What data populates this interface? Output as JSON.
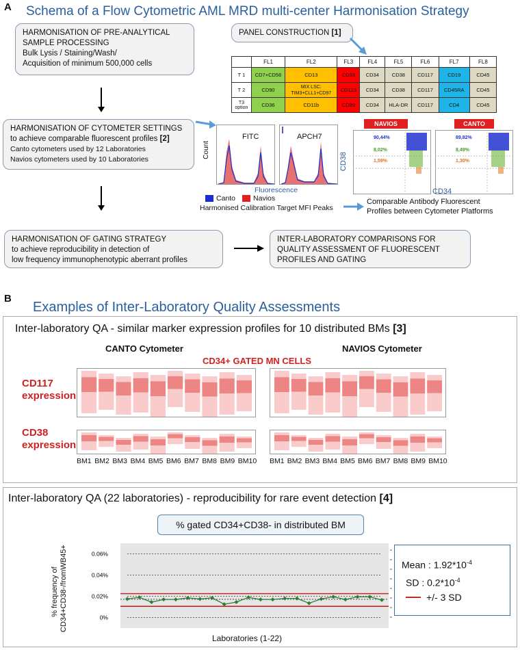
{
  "panel_a": {
    "letter": "A",
    "title": "Schema of a  Flow Cytometric AML MRD multi-center Harmonisation Strategy",
    "box_preanalytical": [
      "HARMONISATION OF PRE-ANALYTICAL",
      "SAMPLE  PROCESSING",
      "Bulk Lysis / Staining/Wash/",
      "Acquisition of minimum 500,000 cells"
    ],
    "box_panel": "PANEL CONSTRUCTION",
    "box_panel_ref": "[1]",
    "table": {
      "headers": [
        "",
        "FL1",
        "FL2",
        "FL3",
        "FL4",
        "FL5",
        "FL6",
        "FL7",
        "FL8"
      ],
      "rows": [
        [
          "T 1",
          "CD7+CD56",
          "CD13",
          "CD33",
          "CD34",
          "CD38",
          "CD117",
          "CD19",
          "CD45"
        ],
        [
          "T 2",
          "CD90",
          "MIX LSC: TIM3+CLL1+CD97",
          "CD123",
          "CD34",
          "CD38",
          "CD117",
          "CD45RA",
          "CD45"
        ],
        [
          "T3 option",
          "CD36",
          "CD11b",
          "CD99",
          "CD34",
          "HLA-DR",
          "CD117",
          "CD4",
          "CD45"
        ]
      ],
      "col_colors": [
        "#ffffff",
        "#8fd14f",
        "#ffc000",
        "#ff0000",
        "#ddd9c3",
        "#ddd9c3",
        "#ddd9c3",
        "#1fb5e8",
        "#ddd9c3"
      ]
    },
    "box_cytometer": [
      "HARMONISATION OF CYTOMETER SETTINGS",
      "to achieve comparable fluorescent profiles",
      "Canto cytometers used by 12 Laboratories",
      "Navios cytometers used by 10 Laboratories"
    ],
    "box_cytometer_ref": "[2]",
    "histogram": {
      "ylabel": "Count",
      "xlabel": "Fluorescence",
      "label_left": "FITC",
      "label_right": "APCH7",
      "legend": [
        "Canto",
        "Navios"
      ],
      "caption": "Harmonised Calibration Target MFI Peaks"
    },
    "dot_plots": {
      "navios_tag": "NAVIOS",
      "canto_tag": "CANTO",
      "ylabel": "CD38",
      "xlabel": "CD34",
      "navios_values": [
        "90,44%",
        "8,02%",
        "1,59%"
      ],
      "canto_values": [
        "89,82%",
        "8,49%",
        "1,30%"
      ],
      "caption": [
        "Comparable  Antibody Fluorescent",
        "Profiles  between Cytometer Platforms"
      ]
    },
    "box_gating": [
      "HARMONISATION OF GATING STRATEGY",
      "to achieve reproducibility in detection of",
      "low frequency immunophenotypic aberrant profiles"
    ],
    "box_interlab": [
      "INTER-LABORATORY COMPARISONS FOR",
      "QUALITY ASSESSMENT  OF  FLUORESCENT",
      "PROFILES AND GATING"
    ]
  },
  "panel_b": {
    "letter": "B",
    "title": "Examples of Inter-Laboratory Quality Assessments",
    "qa1_title": "Inter-laboratory QA  - similar marker expression profiles for 10 distributed BMs",
    "qa1_ref": "[3]",
    "canto_label": "CANTO Cytometer",
    "navios_label": "NAVIOS  Cytometer",
    "gated_label": "CD34+ GATED MN CELLS",
    "cd117_label": [
      "CD117",
      "expression"
    ],
    "cd38_label": [
      "CD38",
      "expression"
    ],
    "canto_bm_labels": [
      "BM1",
      "BM2",
      "BM3",
      "BM4",
      "BM5",
      "BM6",
      "BM7",
      "BM8",
      "BM9",
      "BM10"
    ],
    "navios_bm_labels": [
      "BM1",
      "BM2",
      "BM3",
      "BM4",
      "BM5",
      "BM6",
      "BM7",
      "BM8",
      "BM9",
      "BM10"
    ],
    "qa2_title": "Inter-laboratory QA (22 laboratories) - reproducibility for rare event detection",
    "qa2_ref": "[4]",
    "qa2_subtitle": "%  gated CD34+CD38-  in distributed BM",
    "stats": {
      "mean_label": "Mean : 1.92*10",
      "mean_exp": "-4",
      "sd_label": "SD :    0.2*10",
      "sd_exp": "-4",
      "legend": "+/-  3 SD"
    }
  },
  "chart_data": {
    "type": "line",
    "title": "%  gated CD34+CD38-  in distributed BM",
    "xlabel": "Laboratories (1-22)",
    "ylabel": "% frequency of CD34+CD38-/fromWB45+",
    "yticks": [
      "0.06%",
      "0.04%",
      "0.02%",
      "0%"
    ],
    "ylim": [
      -0.01,
      0.07
    ],
    "x": [
      1,
      2,
      3,
      4,
      5,
      6,
      7,
      8,
      9,
      10,
      11,
      12,
      13,
      14,
      15,
      16,
      17,
      18,
      19,
      20,
      21,
      22
    ],
    "values": [
      0.0175,
      0.019,
      0.0145,
      0.017,
      0.017,
      0.0185,
      0.0175,
      0.0185,
      0.0125,
      0.0145,
      0.019,
      0.017,
      0.017,
      0.018,
      0.018,
      0.0135,
      0.0175,
      0.0195,
      0.017,
      0.0195,
      0.0195,
      0.0165
    ],
    "mean": 0.0192,
    "sd3_upper": 0.0225,
    "sd3_lower": 0.0105,
    "colors": {
      "series": "#2e7d32",
      "limits": "#c62828"
    }
  }
}
